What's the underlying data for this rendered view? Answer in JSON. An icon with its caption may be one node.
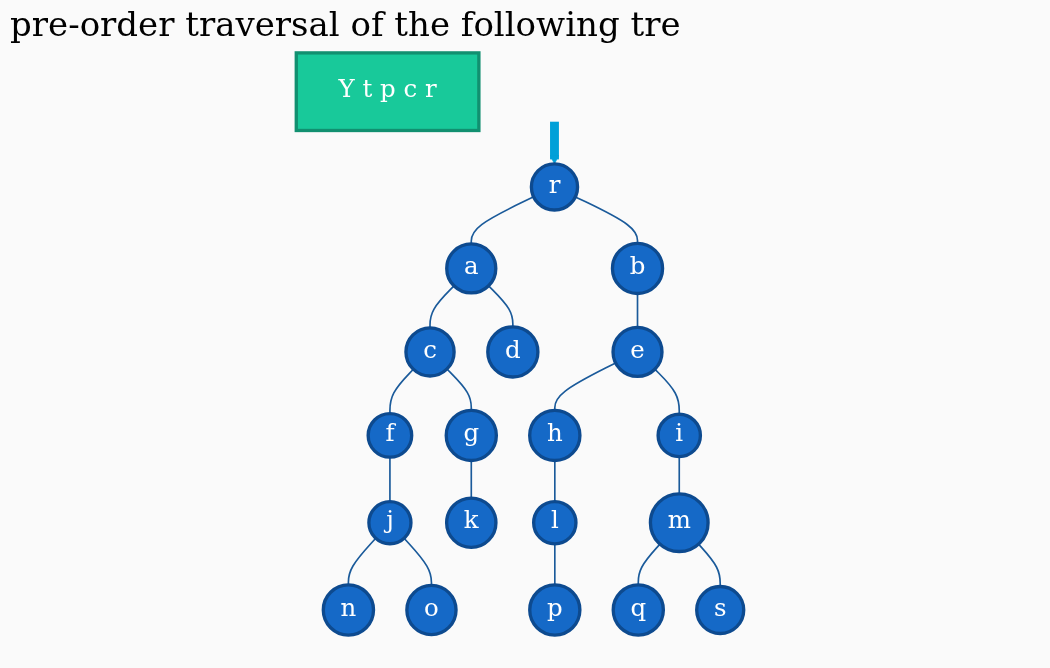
{
  "diagram": {
    "title": "pre-order traversal of the following tre",
    "nodes": [
      {
        "text": [
          "r"
        ]
      },
      {
        "text": [
          "a"
        ]
      },
      {
        "text": [
          "b"
        ]
      },
      {
        "text": [
          "c"
        ]
      },
      {
        "text": [
          "d"
        ]
      },
      {
        "text": [
          "e"
        ]
      },
      {
        "text": [
          "f"
        ]
      },
      {
        "text": [
          "g"
        ]
      },
      {
        "text": [
          "h"
        ]
      },
      {
        "text": [
          "i"
        ]
      },
      {
        "text": [
          "j"
        ]
      },
      {
        "text": [
          "k"
        ]
      },
      {
        "text": [
          "l"
        ]
      },
      {
        "text": [
          "m"
        ]
      },
      {
        "text": [
          "n"
        ]
      },
      {
        "text": [
          "o"
        ]
      },
      {
        "text": [
          "p"
        ]
      },
      {
        "text": [
          "q"
        ]
      },
      {
        "text": [
          "s"
        ]
      },
      {
        "text": [
          "Y t p c r"
        ]
      }
    ],
    "edges": [
      {
        "from": null,
        "to": 0,
        "arrow": "to",
        "style": "thick",
        "color": "#00a0d8"
      },
      {
        "from": 0,
        "to": 1,
        "arrow": "none"
      },
      {
        "from": 0,
        "to": 2,
        "arrow": "none"
      },
      {
        "from": 1,
        "to": 3,
        "arrow": "none"
      },
      {
        "from": 1,
        "to": 4,
        "arrow": "none"
      },
      {
        "from": 2,
        "to": 5,
        "arrow": "none"
      },
      {
        "from": 3,
        "to": 6,
        "arrow": "none"
      },
      {
        "from": 3,
        "to": 7,
        "arrow": "none"
      },
      {
        "from": 5,
        "to": 8,
        "arrow": "none"
      },
      {
        "from": 5,
        "to": 9,
        "arrow": "none"
      },
      {
        "from": 6,
        "to": 10,
        "arrow": "none"
      },
      {
        "from": 7,
        "to": 11,
        "arrow": "none"
      },
      {
        "from": 8,
        "to": 12,
        "arrow": "none"
      },
      {
        "from": 9,
        "to": 13,
        "arrow": "none"
      },
      {
        "from": 10,
        "to": 14,
        "arrow": "none"
      },
      {
        "from": 10,
        "to": 15,
        "arrow": "none"
      },
      {
        "from": 12,
        "to": 16,
        "arrow": "none"
      },
      {
        "from": 13,
        "to": 17,
        "arrow": "none"
      },
      {
        "from": 13,
        "to": 18,
        "arrow": "none"
      }
    ]
  }
}
